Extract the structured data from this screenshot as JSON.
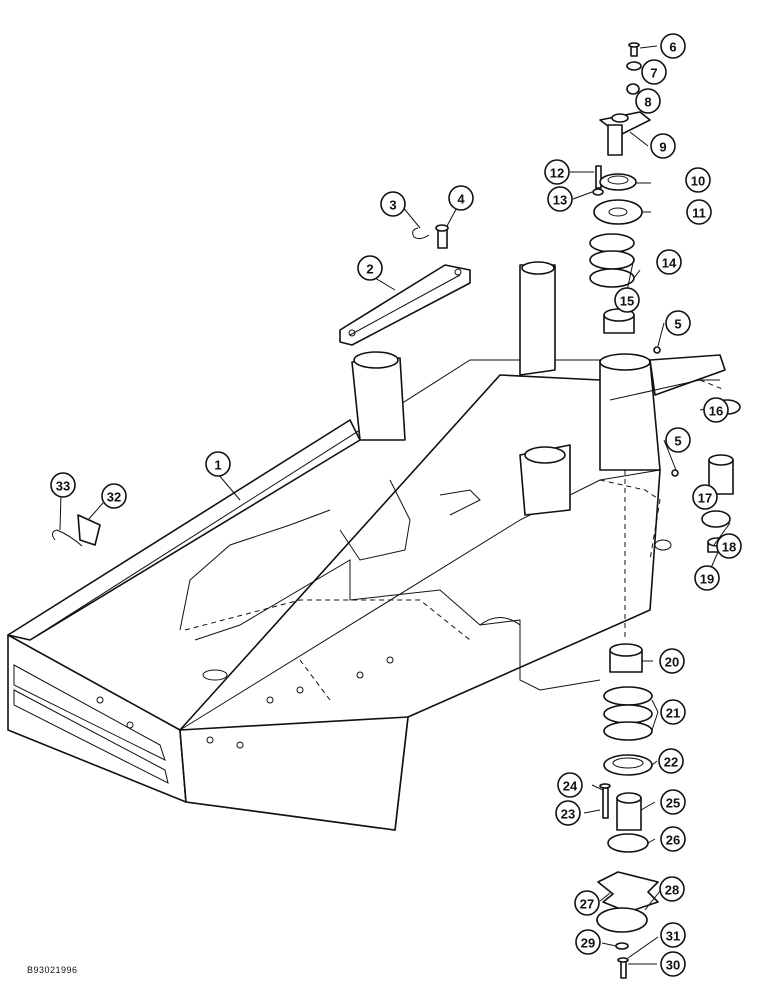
{
  "drawing_code": "B93021996",
  "callouts": [
    {
      "label": "1"
    },
    {
      "label": "2"
    },
    {
      "label": "3"
    },
    {
      "label": "4"
    },
    {
      "label": "5"
    },
    {
      "label": "5"
    },
    {
      "label": "6"
    },
    {
      "label": "7"
    },
    {
      "label": "8"
    },
    {
      "label": "9"
    },
    {
      "label": "10"
    },
    {
      "label": "11"
    },
    {
      "label": "12"
    },
    {
      "label": "13"
    },
    {
      "label": "14"
    },
    {
      "label": "15"
    },
    {
      "label": "16"
    },
    {
      "label": "17"
    },
    {
      "label": "18"
    },
    {
      "label": "19"
    },
    {
      "label": "20"
    },
    {
      "label": "21"
    },
    {
      "label": "22"
    },
    {
      "label": "23"
    },
    {
      "label": "24"
    },
    {
      "label": "25"
    },
    {
      "label": "26"
    },
    {
      "label": "27"
    },
    {
      "label": "28"
    },
    {
      "label": "29"
    },
    {
      "label": "30"
    },
    {
      "label": "31"
    },
    {
      "label": "32"
    },
    {
      "label": "33"
    }
  ]
}
